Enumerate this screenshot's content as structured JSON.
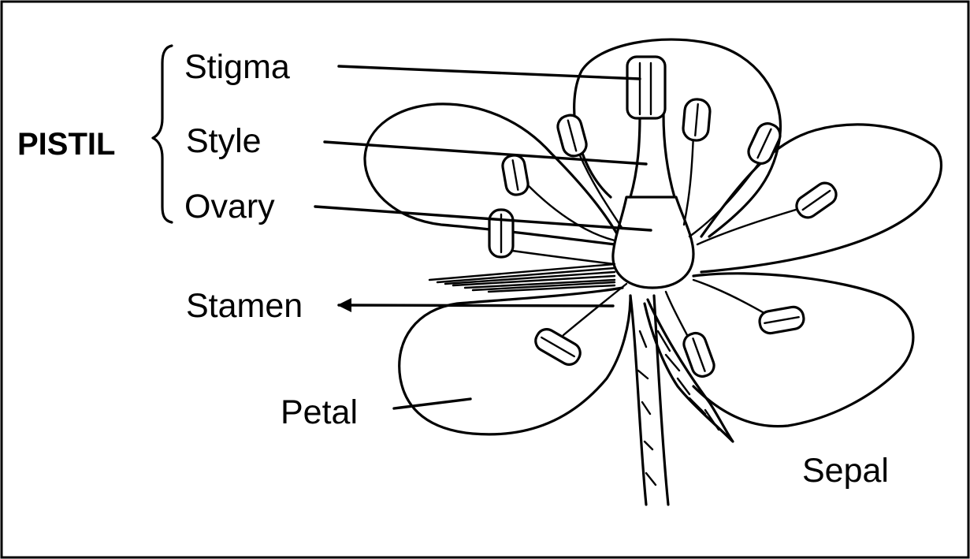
{
  "diagram": {
    "group_label": "PISTIL",
    "labels": {
      "stigma": "Stigma",
      "style": "Style",
      "ovary": "Ovary",
      "stamen": "Stamen",
      "petal": "Petal",
      "sepal": "Sepal"
    },
    "colors": {
      "ink": "#000000",
      "background": "#ffffff"
    }
  }
}
